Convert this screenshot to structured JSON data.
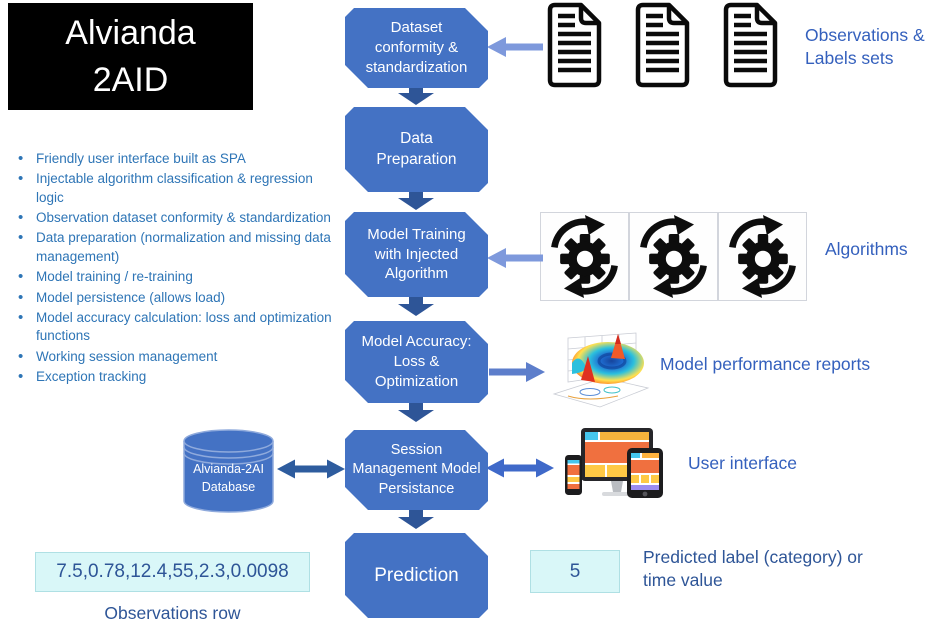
{
  "brand": {
    "line1": "Alvianda",
    "line2": "2AID"
  },
  "features": [
    "Friendly user interface built as SPA",
    "Injectable algorithm classification & regression logic",
    "Observation dataset conformity & standardization",
    "Data preparation (normalization and missing data management)",
    "Model training / re-training",
    "Model persistence (allows load)",
    "Model accuracy calculation: loss and optimization functions",
    "Working session management",
    "Exception tracking"
  ],
  "flow": {
    "steps": [
      {
        "label": "Dataset conformity & standardization"
      },
      {
        "label": "Data Preparation"
      },
      {
        "label": "Model Training with Injected Algorithm"
      },
      {
        "label": "Model Accuracy: Loss & Optimization"
      },
      {
        "label": "Session Management Model Persistance"
      },
      {
        "label": "Prediction"
      }
    ]
  },
  "annotations": {
    "observations_sets": "Observations & Labels sets",
    "algorithms": "Algorithms",
    "performance_reports": "Model performance reports",
    "user_interface": "User interface",
    "predicted_label": "Predicted label (category) or time value"
  },
  "database": {
    "name_line1": "Alvianda-2AI",
    "name_line2": "Database"
  },
  "samples": {
    "observations_row_value": "7.5,0.78,12.4,55,2.3,0.0098",
    "observations_row_caption": "Observations row",
    "predicted_value": "5"
  },
  "icons": {
    "documents": "document-icon",
    "gears": "gear-refresh-icon",
    "surface_plot": "surface-plot-icon",
    "devices": "responsive-devices-icon",
    "database": "database-cylinder-icon"
  },
  "colors": {
    "box_fill": "#4472C4",
    "arrow_dark": "#2E5597",
    "arrow_light": "#7E99DC",
    "arrow_medium": "#5D7ECB",
    "bullet_text": "#2E75B6",
    "label_blue": "#3460BD",
    "value_text": "#2E5597",
    "cyan_fill": "#D9F7F8",
    "brand_bg": "#000000"
  }
}
